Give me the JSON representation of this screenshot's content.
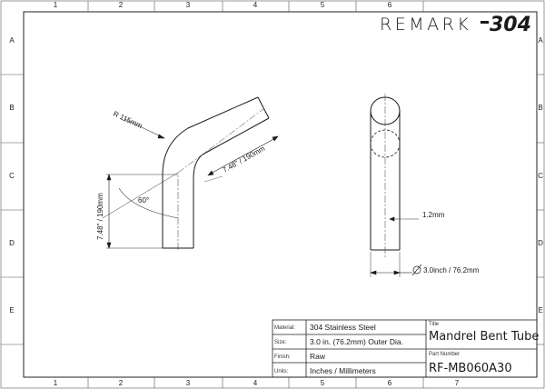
{
  "brand": {
    "prefix": "REMARK",
    "suffix": "304"
  },
  "border_zones": {
    "columns": [
      "1",
      "2",
      "3",
      "4",
      "5",
      "6",
      "7"
    ],
    "rows": [
      "A",
      "B",
      "C",
      "D",
      "E"
    ]
  },
  "side_view": {
    "radius_label": "R 115mm",
    "angle_label": "60°",
    "length_straight_label": "7.48\" / 190mm",
    "length_vertical_label": "7.48\" / 190mm"
  },
  "end_view": {
    "wall_label": "1.2mm",
    "diameter_label": "3.0inch / 76.2mm"
  },
  "title_block": {
    "material_label": "Material:",
    "material_value": "304 Stainless Steel",
    "size_label": "Size:",
    "size_value": "3.0 in. (76.2mm) Outer Dia.",
    "finish_label": "Finish:",
    "finish_value": "Raw",
    "units_label": "Units:",
    "units_value": "Inches / Millimeters",
    "title_label": "Title",
    "title_value": "Mandrel Bent Tube",
    "part_number_label": "Part Number",
    "part_number_value": "RF-MB060A30"
  }
}
